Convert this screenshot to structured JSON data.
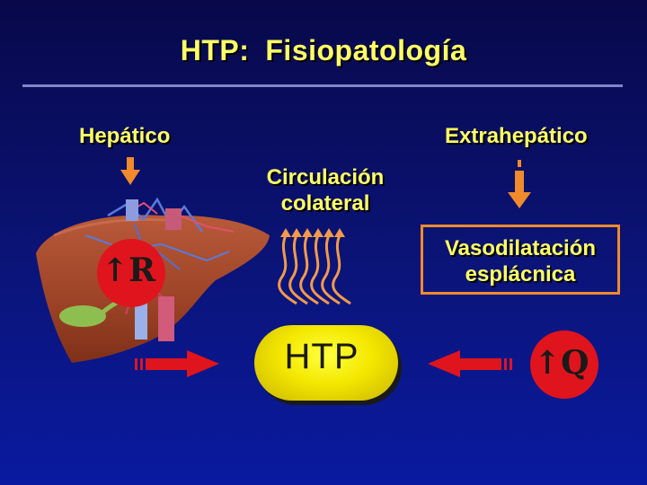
{
  "title": {
    "prefix": "HTP:",
    "main": "Fisiopatología"
  },
  "labels": {
    "hepatic": "Hepático",
    "extrahepatic": "Extrahepático",
    "collateral_line1": "Circulación",
    "collateral_line2": "colateral",
    "vaso_line1": "Vasodilatación",
    "vaso_line2": "esplácnica"
  },
  "center": {
    "htp": "HTP"
  },
  "symbols": {
    "resistance": "↑R",
    "flow": "↑Q"
  },
  "colors": {
    "background": "#0b1478",
    "text": "#ffff66",
    "arrow_red": "#e0141c",
    "arrow_orange": "#f08a2c",
    "pill_yellow": "#f4e800",
    "box_border": "#f08a2c"
  },
  "icons": [
    "liver-illustration",
    "down-arrow-icon",
    "right-arrow-icon",
    "left-arrow-icon",
    "wavy-up-arrows-icon"
  ]
}
